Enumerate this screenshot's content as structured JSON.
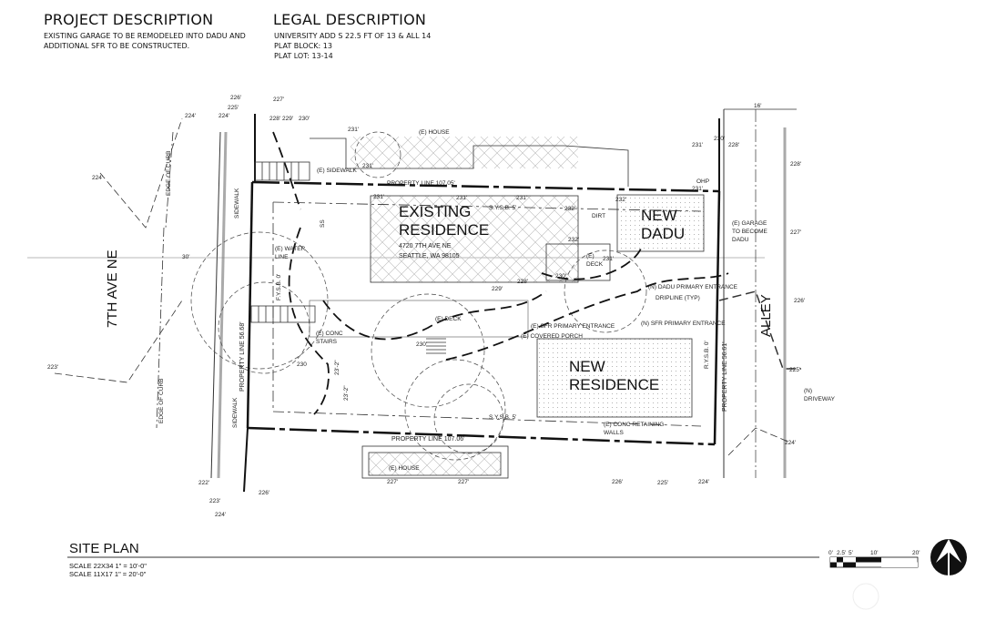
{
  "project": {
    "heading": "PROJECT DESCRIPTION",
    "lines": [
      "EXISTING GARAGE TO BE REMODELED INTO DADU AND",
      "ADDITIONAL SFR TO BE CONSTRUCTED."
    ]
  },
  "legal": {
    "heading": "LEGAL DESCRIPTION",
    "lines": [
      "UNIVERSITY ADD S 22.5 FT OF 13 & ALL 14",
      "PLAT BLOCK: 13",
      "PLAT LOT: 13-14"
    ]
  },
  "plan": {
    "street": "7TH AVE NE",
    "alley": "ALLEY",
    "existing_residence": [
      "EXISTING",
      "RESIDENCE"
    ],
    "address": [
      "4720 7TH AVE NE",
      "SEATTLE, WA 98105"
    ],
    "new_dadu": [
      "NEW",
      "DADU"
    ],
    "new_residence": [
      "NEW",
      "RESIDENCE"
    ],
    "labels": {
      "e_house_top": "(E) HOUSE",
      "e_sidewalk": "(E) SIDEWALK",
      "pl_top": "PROPERTY LINE 107.05'",
      "sysb_top": "S.Y.S.B. 5'",
      "dirt": "DIRT",
      "water": "(E) WATER",
      "water2": "LINE",
      "fysb": "F.Y.S.B. 0'",
      "e_deck_mid": "(E) DECK",
      "e_deck_small": "(E)",
      "e_deck_small2": "DECK",
      "garage1": "(E) GARAGE",
      "garage2": "TO BECOME",
      "garage3": "DADU",
      "dadu_entrance": "(N) DADU PRIMARY ENTRANCE",
      "dripline": "DRIPLINE (TYP)",
      "e_sfr_entrance": "(E) SFR PRIMARY ENTRANCE",
      "n_sfr_entrance": "(N) SFR PRIMARY ENTRANCE",
      "covered_porch": "(E) COVERED PORCH",
      "stairs1": "(E) CONC",
      "stairs2": "STAIRS",
      "rysb": "R.Y.S.B. 0'",
      "pl_right": "PROPERTY LINE 56.61'",
      "pl_left": "PROPERTY LINE 56.68'",
      "driveway1": "(N)",
      "driveway2": "DRIVEWAY",
      "sysb_bottom": "S.Y.S.B. 5'",
      "retaining1": "(E) CONC RETAINING",
      "retaining2": "WALLS",
      "pl_bottom": "PROPERTY LINE 107.06'",
      "e_house_bottom": "(E) HOUSE",
      "sidewalk1": "SIDEWALK",
      "sidewalk2": "SIDEWALK",
      "curb1": "EDGE OF CURB",
      "curb2": "EDGE OF CURB",
      "dim30": "30'",
      "dim16": "16'",
      "ohp": "OHP",
      "dim_a": "23'-2\"",
      "dim_b": "23'-2\"",
      "ss": "SS"
    },
    "elevations": [
      "226'",
      "227'",
      "225'",
      "224'",
      "228'",
      "229'",
      "230'",
      "224'",
      "224'",
      "223'",
      "222'",
      "223'",
      "224'",
      "226'",
      "227'",
      "227'",
      "226'",
      "225'",
      "224'",
      "224'",
      "225'",
      "226'",
      "227'",
      "228'",
      "228'",
      "230'",
      "231'",
      "231'",
      "231'",
      "231'",
      "231'",
      "231'",
      "232'",
      "232'",
      "231'",
      "232'",
      "231'",
      "230'",
      "229'",
      "228'",
      "230",
      "230'"
    ]
  },
  "footer": {
    "title": "SITE PLAN",
    "scale1": "SCALE 22X34 1\" = 10'-0\"",
    "scale2": "SCALE 11X17 1\" = 20'-0\"",
    "bar_ticks": [
      "0'",
      "2.5'",
      "5'",
      "10'",
      "20'"
    ]
  }
}
